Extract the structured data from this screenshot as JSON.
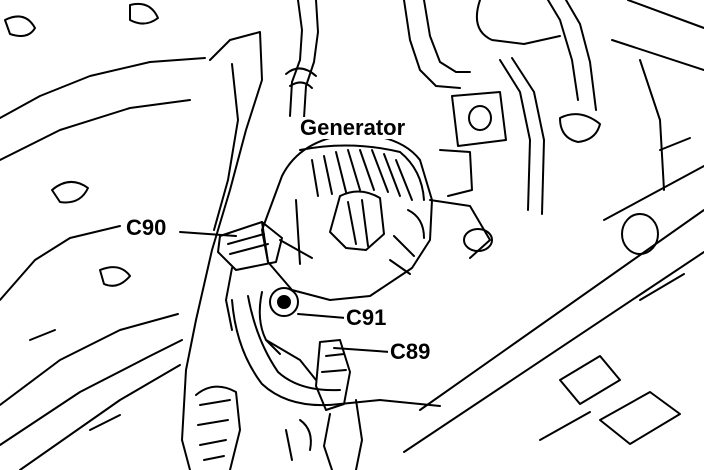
{
  "diagram": {
    "labels": {
      "generator": "Generator",
      "c90": "C90",
      "c91": "C91",
      "c89": "C89"
    },
    "colors": {
      "ink": "#000000",
      "paper": "#ffffff"
    }
  }
}
